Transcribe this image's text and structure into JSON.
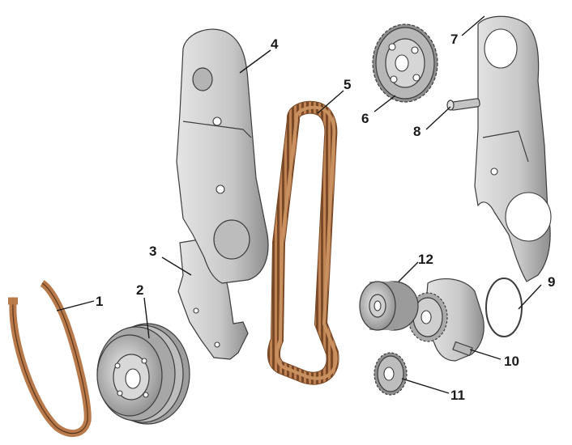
{
  "callouts": [
    {
      "id": "1",
      "text": "1"
    },
    {
      "id": "2",
      "text": "2"
    },
    {
      "id": "3",
      "text": "3"
    },
    {
      "id": "4",
      "text": "4"
    },
    {
      "id": "5",
      "text": "5"
    },
    {
      "id": "6",
      "text": "6"
    },
    {
      "id": "7",
      "text": "7"
    },
    {
      "id": "8",
      "text": "8"
    },
    {
      "id": "9",
      "text": "9"
    },
    {
      "id": "10",
      "text": "10"
    },
    {
      "id": "11",
      "text": "11"
    },
    {
      "id": "12",
      "text": "12"
    }
  ],
  "colors": {
    "belt": "#b87a4b",
    "metal": "#cfcfcf",
    "outline": "#3c3c3c"
  },
  "icons": [
    "v-belt",
    "crankshaft-pulley",
    "lower-cover",
    "upper-cover",
    "timing-belt",
    "camshaft-gear",
    "rear-cover",
    "stud",
    "seal-ring",
    "water-pump",
    "crankshaft-gear",
    "tensioner-roller"
  ]
}
